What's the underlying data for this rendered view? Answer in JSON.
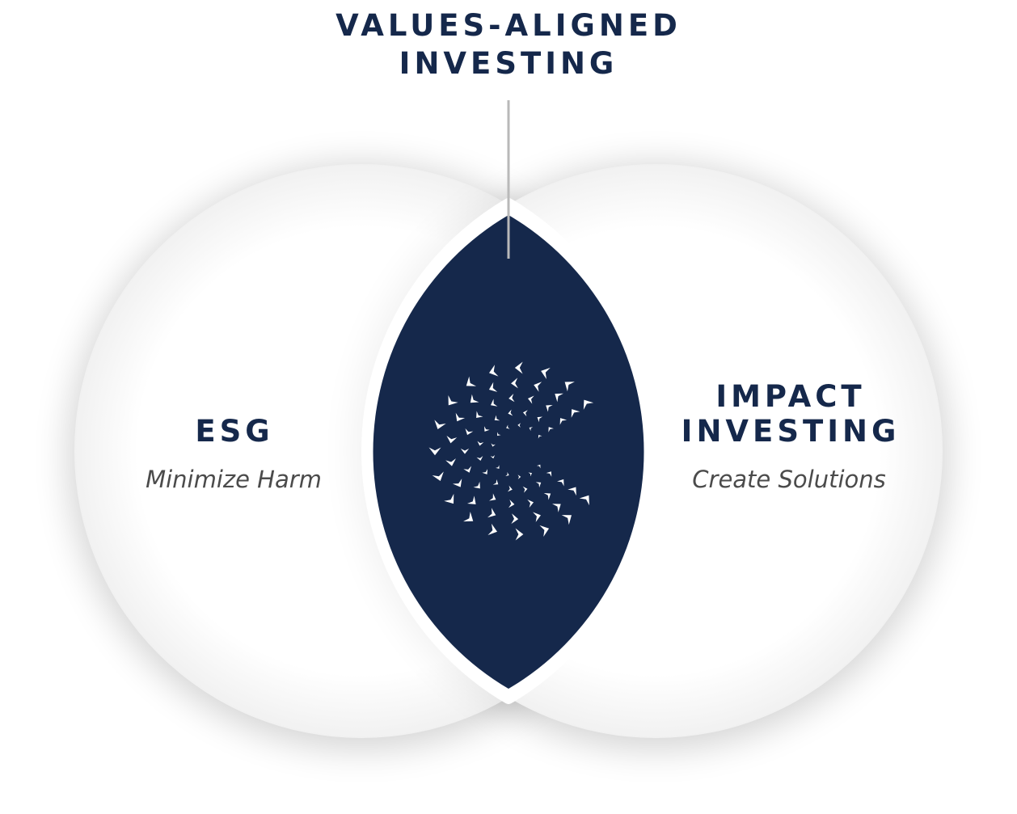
{
  "diagram": {
    "header": {
      "line1": "VALUES-ALIGNED",
      "line2": "INVESTING"
    },
    "left_region": {
      "title": "ESG",
      "subtitle": "Minimize Harm"
    },
    "right_region": {
      "title_line1": "IMPACT",
      "title_line2": "INVESTING",
      "subtitle": "Create Solutions"
    },
    "center_logo_icon": "c-logo-icon"
  },
  "colors": {
    "navy": "#15284b",
    "circle_fill": "#ffffff",
    "connector_line": "#b9b9b9",
    "subtitle_text": "#4b4b4b"
  }
}
